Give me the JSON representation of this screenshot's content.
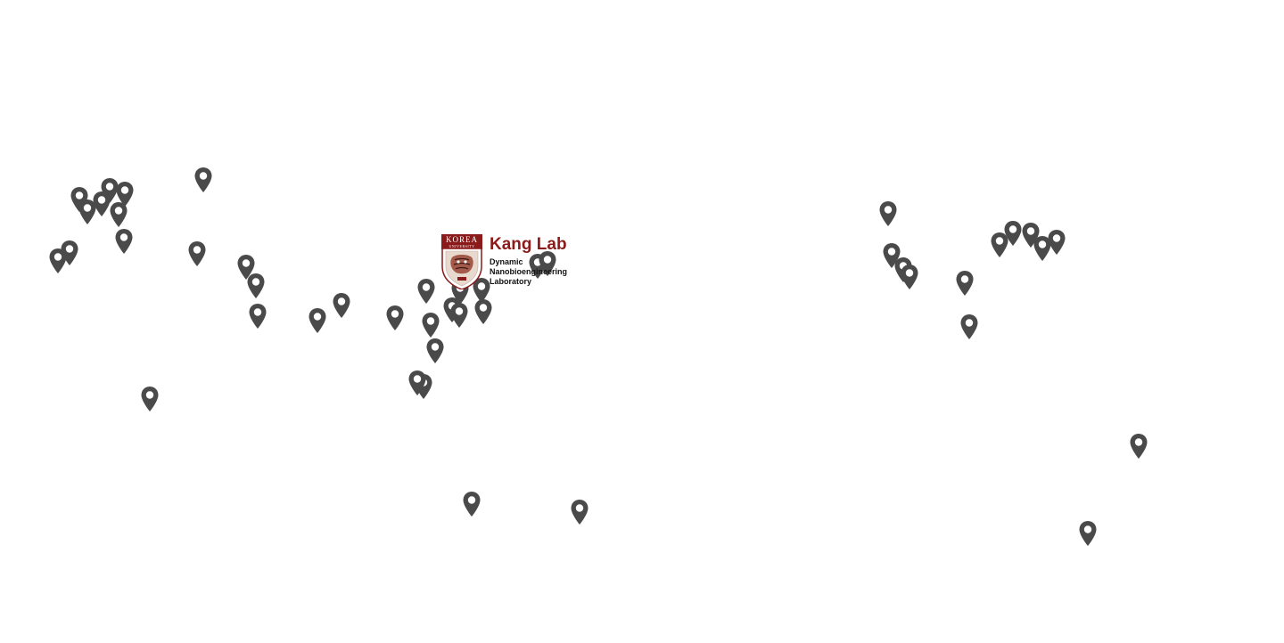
{
  "logo": {
    "university_line1": "KOREA",
    "university_line2": "UNIVERSITY",
    "lab_name": "Kang Lab",
    "subtitle_line1": "Dynamic",
    "subtitle_line2": "Nanobioengineering",
    "subtitle_line3": "Laboratory",
    "brand_color": "#8b1a1a"
  },
  "map": {
    "background_color": "#ffffff",
    "marker_color": "#4a4a4a",
    "marker_icon": "map-pin-icon",
    "marker_count": 49
  }
}
